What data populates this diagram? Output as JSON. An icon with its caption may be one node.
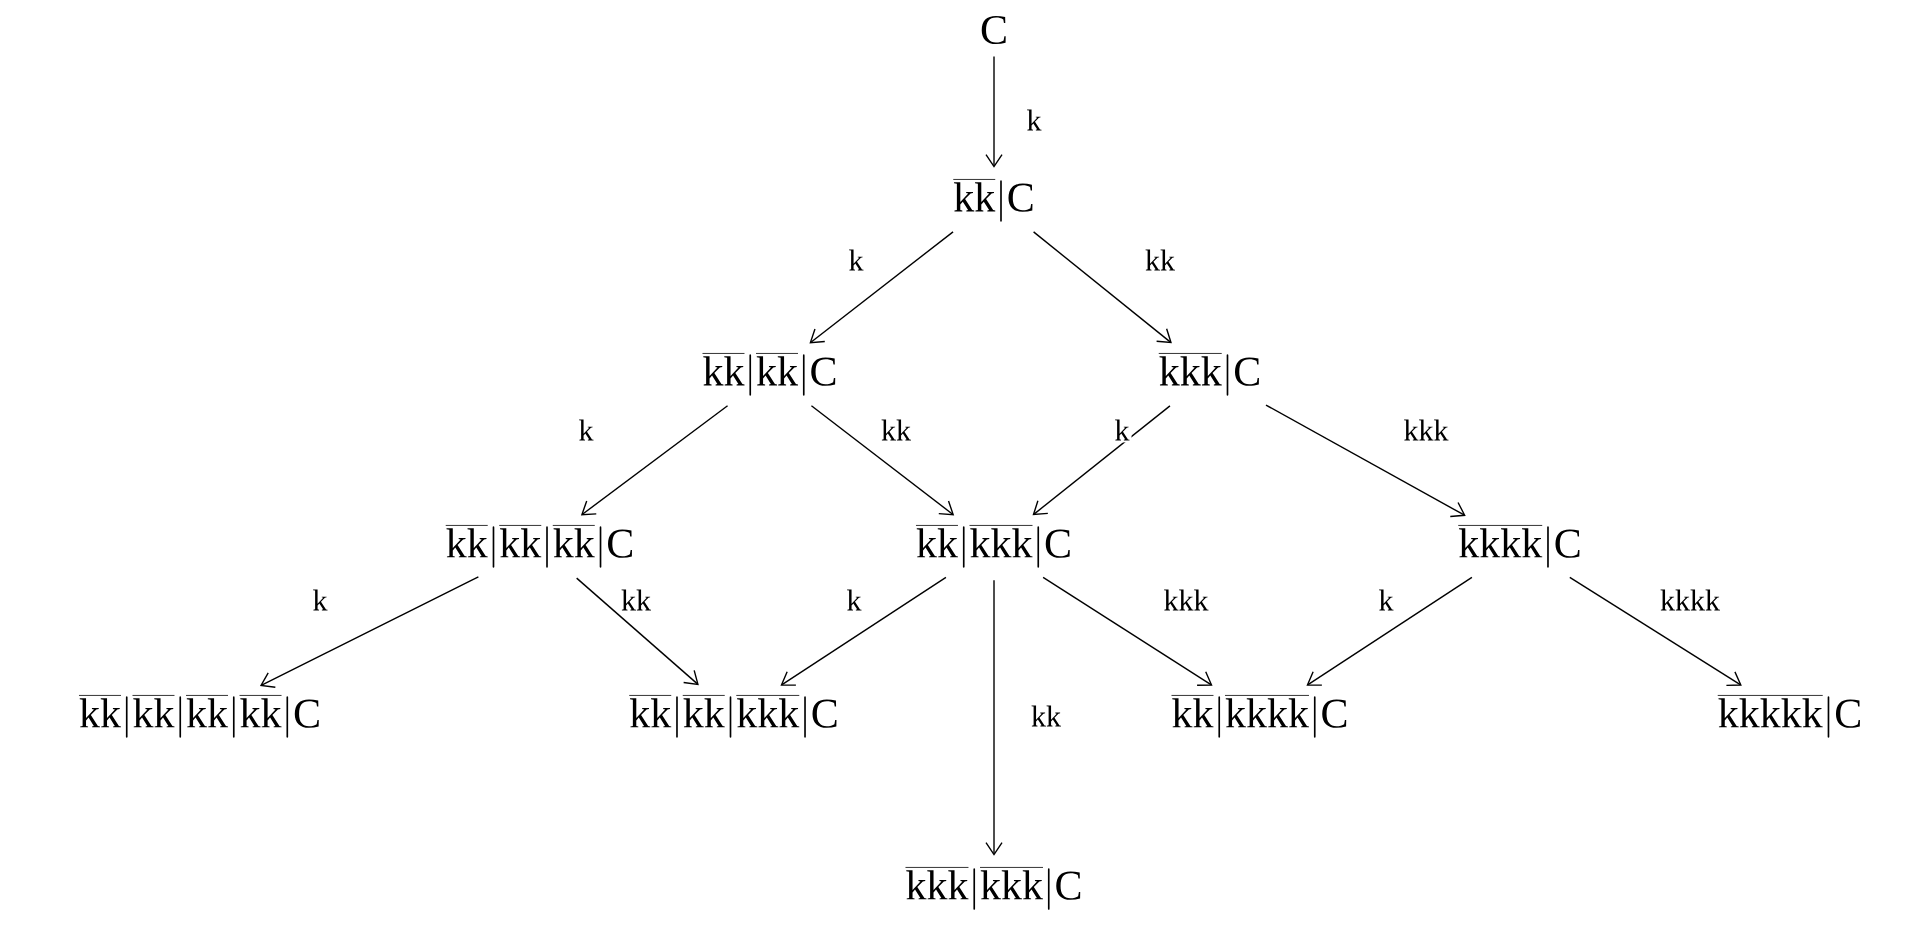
{
  "diagram": {
    "nodes": [
      {
        "text": [
          "\\mathrm{C}"
        ]
      },
      {
        "text": [
          "\\overline{\\mathrm{kk}}|\\mathrm{C}"
        ]
      },
      {
        "text": [
          "\\overline{\\mathrm{kk}}|\\overline{\\mathrm{kk}}|\\mathrm{C}"
        ]
      },
      {
        "text": [
          "\\overline{\\mathrm{kkk}}|\\mathrm{C}"
        ]
      },
      {
        "text": [
          "\\overline{\\mathrm{kk}}|\\overline{\\mathrm{kk}}|\\overline{\\mathrm{kk}}|\\mathrm{C}"
        ]
      },
      {
        "text": [
          "\\overline{\\mathrm{kk}}|\\overline{\\mathrm{kkk}}|\\mathrm{C}"
        ]
      },
      {
        "text": [
          "\\overline{\\mathrm{kkkk}}|\\mathrm{C}"
        ]
      },
      {
        "text": [
          "\\overline{\\mathrm{kk}}|\\overline{\\mathrm{kk}}|\\overline{\\mathrm{kk}}|\\overline{\\mathrm{kk}}|\\mathrm{C}"
        ]
      },
      {
        "text": [
          "\\overline{\\mathrm{kk}}|\\overline{\\mathrm{kk}}|\\overline{\\mathrm{kkk}}|\\mathrm{C}"
        ]
      },
      {
        "text": [
          "\\overline{\\mathrm{kk}}|\\overline{\\mathrm{kkkk}}|\\mathrm{C}"
        ]
      },
      {
        "text": [
          "\\overline{\\mathrm{kkkkk}}|\\mathrm{C}"
        ]
      },
      {
        "text": [
          "\\overline{\\mathrm{kkk}}|\\overline{\\mathrm{kkk}}|\\mathrm{C}"
        ]
      }
    ],
    "edges": [
      {
        "from": 0,
        "to": 1,
        "arrow": "to",
        "label": "k"
      },
      {
        "from": 1,
        "to": 2,
        "arrow": "to",
        "label": "k"
      },
      {
        "from": 1,
        "to": 3,
        "arrow": "to",
        "label": "kk"
      },
      {
        "from": 2,
        "to": 4,
        "arrow": "to",
        "label": "k"
      },
      {
        "from": 2,
        "to": 5,
        "arrow": "to",
        "label": "kk"
      },
      {
        "from": 3,
        "to": 5,
        "arrow": "to",
        "label": "k"
      },
      {
        "from": 3,
        "to": 6,
        "arrow": "to",
        "label": "kkk"
      },
      {
        "from": 4,
        "to": 7,
        "arrow": "to",
        "label": "k"
      },
      {
        "from": 4,
        "to": 8,
        "arrow": "to",
        "label": "kk"
      },
      {
        "from": 5,
        "to": 8,
        "arrow": "to",
        "label": "k"
      },
      {
        "from": 5,
        "to": 11,
        "arrow": "to",
        "label": "kk"
      },
      {
        "from": 5,
        "to": 9,
        "arrow": "to",
        "label": "kkk"
      },
      {
        "from": 6,
        "to": 9,
        "arrow": "to",
        "label": "k"
      },
      {
        "from": 6,
        "to": 10,
        "arrow": "to",
        "label": "kkkk"
      }
    ]
  }
}
